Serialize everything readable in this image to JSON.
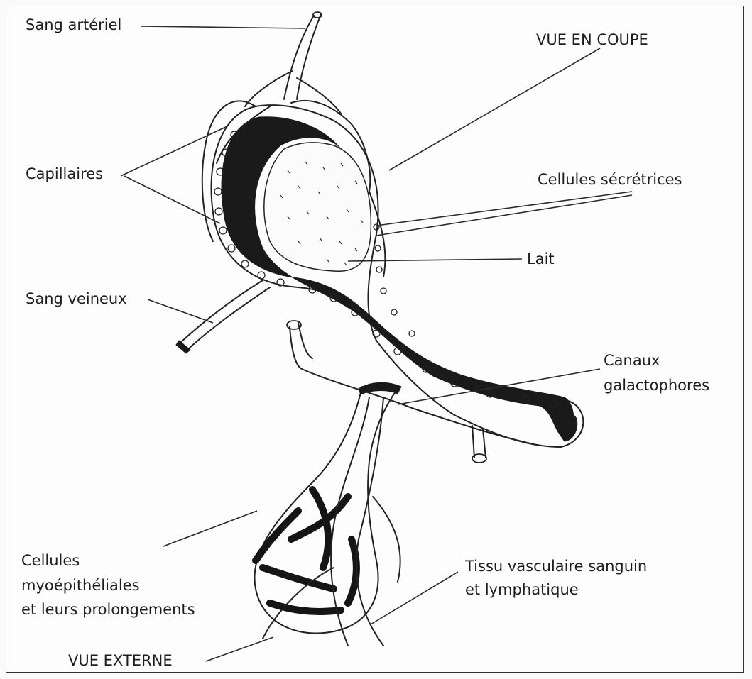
{
  "labels": {
    "sang_arteriel": "Sang artériel",
    "vue_en_coupe": "VUE EN COUPE",
    "capillaires": "Capillaires",
    "cellules_secretrices": "Cellules sécrétrices",
    "lait": "Lait",
    "sang_veineux": "Sang veineux",
    "canaux_line1": "Canaux",
    "canaux_line2": "galactophores",
    "myo_line1": "Cellules",
    "myo_line2": "myoépithéliales",
    "myo_line3": "et leurs prolongements",
    "tissu_line1": "Tissu vasculaire sanguin",
    "tissu_line2": "et lymphatique",
    "vue_externe": "VUE EXTERNE"
  },
  "colors": {
    "ink": "#1a1a1a",
    "paper": "#fdfdfd",
    "frame": "#333333"
  }
}
